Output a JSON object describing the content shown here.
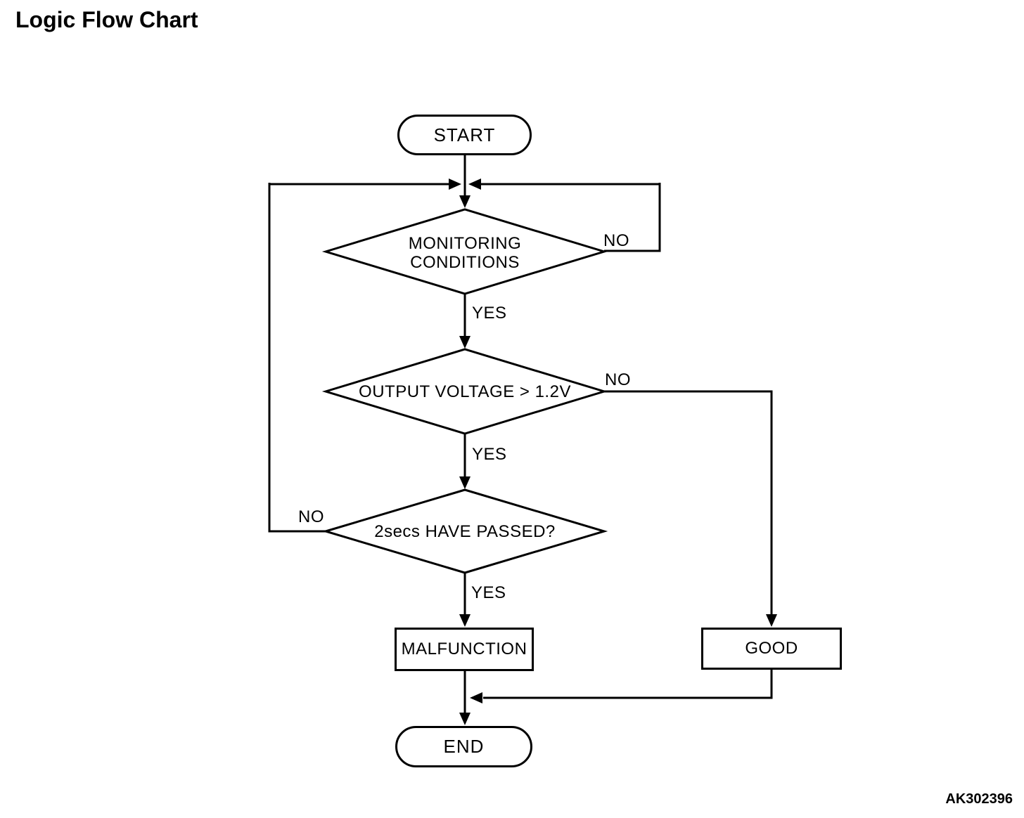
{
  "page": {
    "title": "Logic Flow Chart",
    "figure_code": "AK302396"
  },
  "colors": {
    "line": "#000000",
    "background": "#ffffff"
  },
  "flowchart": {
    "start_label": "START",
    "end_label": "END",
    "decisions": [
      {
        "id": "monitoring-conditions",
        "lines": [
          "MONITORING",
          "CONDITIONS"
        ],
        "yes_label": "YES",
        "no_label": "NO"
      },
      {
        "id": "output-voltage",
        "lines": [
          "OUTPUT VOLTAGE > 1.2V"
        ],
        "yes_label": "YES",
        "no_label": "NO"
      },
      {
        "id": "2secs-passed",
        "lines": [
          "2secs HAVE PASSED?"
        ],
        "yes_label": "YES",
        "no_label": "NO"
      }
    ],
    "processes": [
      {
        "id": "malfunction",
        "label": "MALFUNCTION"
      },
      {
        "id": "good",
        "label": "GOOD"
      }
    ]
  }
}
